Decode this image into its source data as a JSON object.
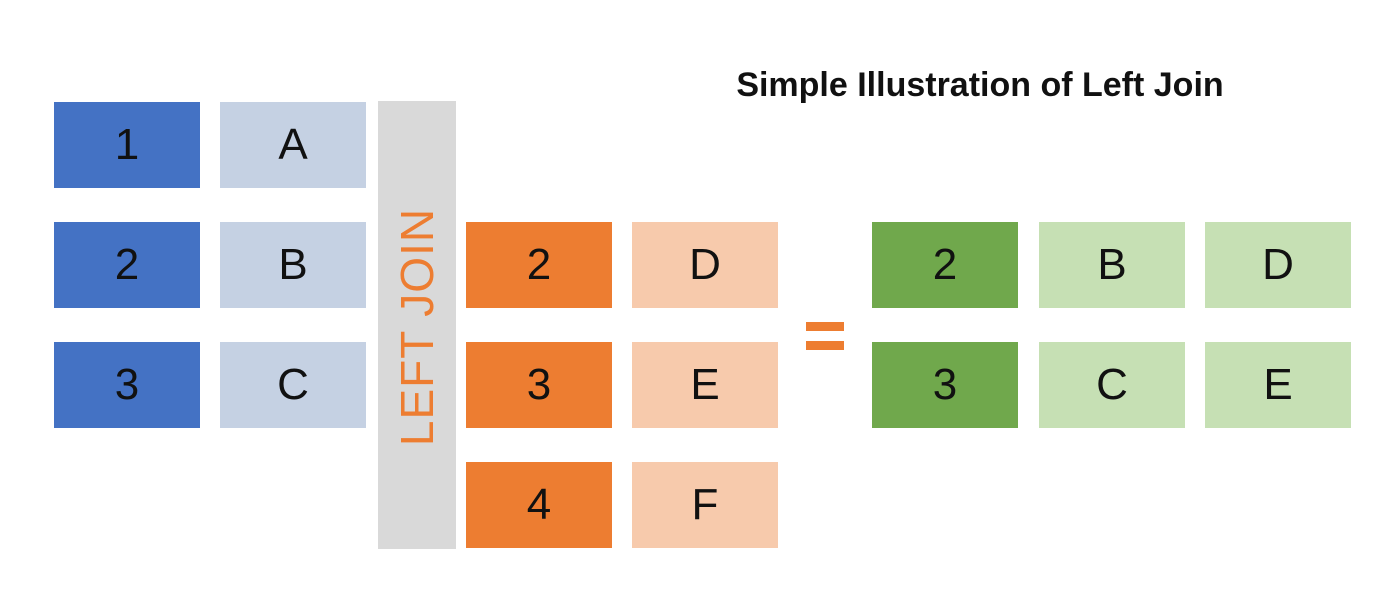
{
  "title": "Simple Illustration of Left Join",
  "join_label": "LEFT JOIN",
  "colors": {
    "left_key": "#4472c4",
    "left_value": "#c5d1e3",
    "right_key": "#ed7d31",
    "right_value": "#f7caac",
    "result_key": "#70a84c",
    "result_value": "#c6e0b4",
    "join_bar": "#d9d9d9"
  },
  "left_table": [
    {
      "key": "1",
      "value": "A"
    },
    {
      "key": "2",
      "value": "B"
    },
    {
      "key": "3",
      "value": "C"
    }
  ],
  "right_table": [
    {
      "key": "2",
      "value": "D"
    },
    {
      "key": "3",
      "value": "E"
    },
    {
      "key": "4",
      "value": "F"
    }
  ],
  "result_table": [
    {
      "key": "2",
      "left_value": "B",
      "right_value": "D"
    },
    {
      "key": "3",
      "left_value": "C",
      "right_value": "E"
    }
  ]
}
